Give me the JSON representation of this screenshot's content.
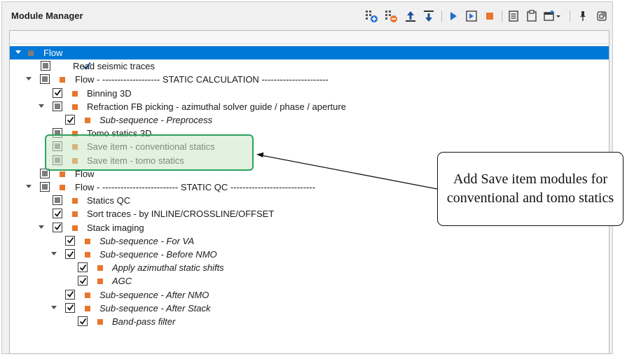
{
  "panel": {
    "title": "Module Manager"
  },
  "toolbar": {
    "buttons": [
      {
        "name": "add-module-icon"
      },
      {
        "name": "remove-module-icon"
      },
      {
        "name": "move-up-icon"
      },
      {
        "name": "move-down-icon"
      },
      {
        "name": "run-icon"
      },
      {
        "name": "run-step-icon"
      },
      {
        "name": "stop-icon"
      },
      {
        "name": "list-icon"
      },
      {
        "name": "clipboard-icon"
      },
      {
        "name": "window-menu-icon"
      },
      {
        "name": "pin-icon"
      },
      {
        "name": "restore-icon"
      }
    ]
  },
  "tree": {
    "rows": [
      {
        "label": "Flow",
        "italic": false,
        "selected": true
      },
      {
        "label": "Read seismic traces",
        "italic": false
      },
      {
        "label": "Flow - ------------------- STATIC CALCULATION ----------------------",
        "italic": false
      },
      {
        "label": "Binning 3D",
        "italic": false
      },
      {
        "label": "Refraction FB picking - azimuthal solver guide / phase / aperture",
        "italic": false
      },
      {
        "label": "Sub-sequence - Preprocess",
        "italic": true
      },
      {
        "label": "Tomo statics 3D",
        "italic": false
      },
      {
        "label": "Save item - conventional statics",
        "italic": false
      },
      {
        "label": "Save item - tomo statics",
        "italic": false
      },
      {
        "label": "Flow",
        "italic": false
      },
      {
        "label": "Flow - ------------------------- STATIC QC ----------------------------",
        "italic": false
      },
      {
        "label": "Statics QC",
        "italic": false
      },
      {
        "label": "Sort traces - by INLINE/CROSSLINE/OFFSET",
        "italic": false
      },
      {
        "label": "Stack imaging",
        "italic": false
      },
      {
        "label": "Sub-sequence - For VA",
        "italic": true
      },
      {
        "label": "Sub-sequence - Before NMO",
        "italic": true
      },
      {
        "label": "Apply azimuthal static shifts",
        "italic": true
      },
      {
        "label": "AGC",
        "italic": true
      },
      {
        "label": "Sub-sequence - After NMO",
        "italic": true
      },
      {
        "label": "Sub-sequence - After Stack",
        "italic": true
      },
      {
        "label": "Band-pass filter",
        "italic": true
      }
    ]
  },
  "callout": {
    "text": "Add Save item modules for conventional and tomo statics"
  },
  "colors": {
    "selection": "#0078d7",
    "module_marker": "#e8762b",
    "highlight_border": "#2ca25f"
  }
}
